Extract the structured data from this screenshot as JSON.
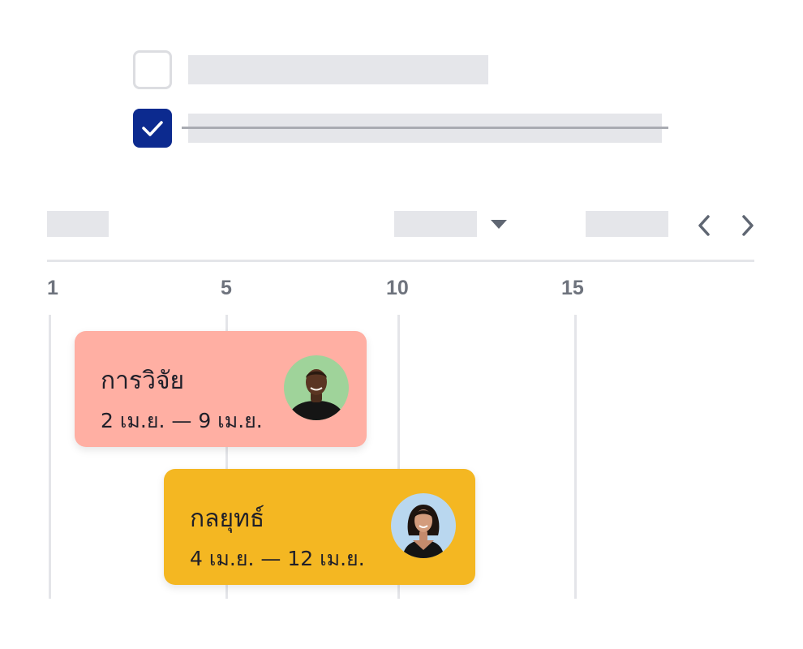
{
  "tasks": [
    {
      "checked": false
    },
    {
      "checked": true
    }
  ],
  "timeline": {
    "ticks": [
      "1",
      "5",
      "10",
      "15"
    ]
  },
  "events": [
    {
      "title": "การวิจัย",
      "dates": "2 เม.ย. — 9 เม.ย.",
      "color": "#ffafa3",
      "avatar_bg": "#9fd39a",
      "avatar_icon": "person-avatar-man"
    },
    {
      "title": "กลยุทธ์",
      "dates": "4 เม.ย. — 12 เม.ย.",
      "color": "#f4b722",
      "avatar_bg": "#b9d7ef",
      "avatar_icon": "person-avatar-woman"
    }
  ],
  "colors": {
    "checkbox_checked": "#0c2a8f",
    "placeholder": "#e5e6ea",
    "axis_text": "#6e737d"
  }
}
